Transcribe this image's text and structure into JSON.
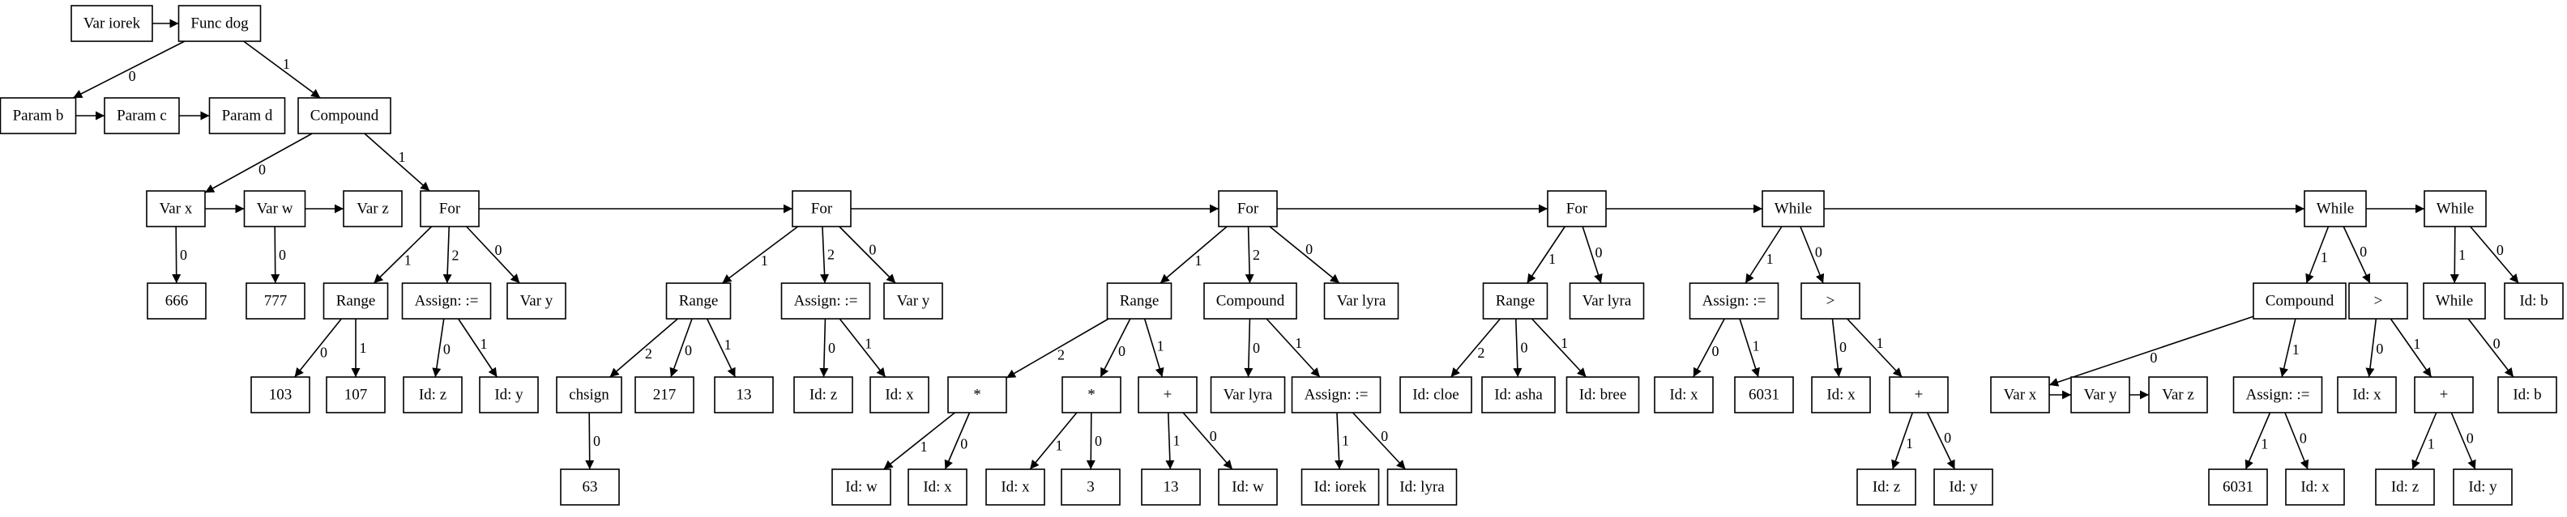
{
  "diagram": {
    "nodes": [
      {
        "id": "n1",
        "label": "Var iorek"
      },
      {
        "id": "n2",
        "label": "Func dog"
      },
      {
        "id": "n3",
        "label": "Param b"
      },
      {
        "id": "n4",
        "label": "Param c"
      },
      {
        "id": "n5",
        "label": "Param d"
      },
      {
        "id": "n6",
        "label": "Compound"
      },
      {
        "id": "n7",
        "label": "Var x"
      },
      {
        "id": "n8",
        "label": "Var w"
      },
      {
        "id": "n9",
        "label": "Var z"
      },
      {
        "id": "n10",
        "label": "For"
      },
      {
        "id": "n11",
        "label": "666"
      },
      {
        "id": "n12",
        "label": "777"
      },
      {
        "id": "n13",
        "label": "Range"
      },
      {
        "id": "n14",
        "label": "Assign: :="
      },
      {
        "id": "n15",
        "label": "Var y"
      },
      {
        "id": "n16",
        "label": "103"
      },
      {
        "id": "n17",
        "label": "107"
      },
      {
        "id": "n18",
        "label": "Id: z"
      },
      {
        "id": "n19",
        "label": "Id: y"
      },
      {
        "id": "n20",
        "label": "For"
      },
      {
        "id": "n21",
        "label": "Range"
      },
      {
        "id": "n22",
        "label": "Assign: :="
      },
      {
        "id": "n23",
        "label": "Var y"
      },
      {
        "id": "n24",
        "label": "chsign"
      },
      {
        "id": "n25",
        "label": "217"
      },
      {
        "id": "n26",
        "label": "13"
      },
      {
        "id": "n27",
        "label": "63"
      },
      {
        "id": "n28",
        "label": "Id: z"
      },
      {
        "id": "n29",
        "label": "Id: x"
      },
      {
        "id": "n30",
        "label": "For"
      },
      {
        "id": "n31",
        "label": "Range"
      },
      {
        "id": "n32",
        "label": "Compound"
      },
      {
        "id": "n33",
        "label": "Var lyra"
      },
      {
        "id": "n34",
        "label": "*"
      },
      {
        "id": "n35",
        "label": "*"
      },
      {
        "id": "n36",
        "label": "+"
      },
      {
        "id": "n37",
        "label": "Id: w"
      },
      {
        "id": "n38",
        "label": "Id: x"
      },
      {
        "id": "n39",
        "label": "Id: x"
      },
      {
        "id": "n40",
        "label": "3"
      },
      {
        "id": "n41",
        "label": "13"
      },
      {
        "id": "n42",
        "label": "Id: w"
      },
      {
        "id": "n43",
        "label": "Var lyra"
      },
      {
        "id": "n44",
        "label": "Assign: :="
      },
      {
        "id": "n45",
        "label": "Id: iorek"
      },
      {
        "id": "n46",
        "label": "Id: lyra"
      },
      {
        "id": "n47",
        "label": "For"
      },
      {
        "id": "n48",
        "label": "Range"
      },
      {
        "id": "n49",
        "label": "Var lyra"
      },
      {
        "id": "n50",
        "label": "Id: cloe"
      },
      {
        "id": "n51",
        "label": "Id: asha"
      },
      {
        "id": "n52",
        "label": "Id: bree"
      },
      {
        "id": "n53",
        "label": "While"
      },
      {
        "id": "n54",
        "label": "Assign: :="
      },
      {
        "id": "n55",
        "label": ">"
      },
      {
        "id": "n56",
        "label": "Id: x"
      },
      {
        "id": "n57",
        "label": "6031"
      },
      {
        "id": "n58",
        "label": "Id: x"
      },
      {
        "id": "n59",
        "label": "+"
      },
      {
        "id": "n60",
        "label": "Id: z"
      },
      {
        "id": "n61",
        "label": "Id: y"
      },
      {
        "id": "n62",
        "label": "While"
      },
      {
        "id": "n63",
        "label": "While"
      },
      {
        "id": "n64",
        "label": "Compound"
      },
      {
        "id": "n65",
        "label": ">"
      },
      {
        "id": "n66",
        "label": "Var x"
      },
      {
        "id": "n67",
        "label": "Var y"
      },
      {
        "id": "n68",
        "label": "Var z"
      },
      {
        "id": "n69",
        "label": "Assign: :="
      },
      {
        "id": "n70",
        "label": "6031"
      },
      {
        "id": "n71",
        "label": "Id: x"
      },
      {
        "id": "n72",
        "label": "Id: x"
      },
      {
        "id": "n73",
        "label": "+"
      },
      {
        "id": "n74",
        "label": "Id: z"
      },
      {
        "id": "n75",
        "label": "Id: y"
      },
      {
        "id": "n76",
        "label": "While"
      },
      {
        "id": "n77",
        "label": "Id: b"
      },
      {
        "id": "n78",
        "label": "Id: b"
      }
    ],
    "edges": [
      {
        "from": "n1",
        "to": "n2",
        "label": ""
      },
      {
        "from": "n2",
        "to": "n3",
        "label": "0"
      },
      {
        "from": "n2",
        "to": "n6",
        "label": "1"
      },
      {
        "from": "n3",
        "to": "n4",
        "label": ""
      },
      {
        "from": "n4",
        "to": "n5",
        "label": ""
      },
      {
        "from": "n6",
        "to": "n7",
        "label": "0"
      },
      {
        "from": "n6",
        "to": "n10",
        "label": "1"
      },
      {
        "from": "n7",
        "to": "n8",
        "label": ""
      },
      {
        "from": "n8",
        "to": "n9",
        "label": ""
      },
      {
        "from": "n7",
        "to": "n11",
        "label": "0"
      },
      {
        "from": "n8",
        "to": "n12",
        "label": "0"
      },
      {
        "from": "n10",
        "to": "n13",
        "label": "1"
      },
      {
        "from": "n10",
        "to": "n14",
        "label": "2"
      },
      {
        "from": "n10",
        "to": "n15",
        "label": "0"
      },
      {
        "from": "n13",
        "to": "n16",
        "label": "0"
      },
      {
        "from": "n13",
        "to": "n17",
        "label": "1"
      },
      {
        "from": "n14",
        "to": "n18",
        "label": "0"
      },
      {
        "from": "n14",
        "to": "n19",
        "label": "1"
      },
      {
        "from": "n10",
        "to": "n20",
        "label": ""
      },
      {
        "from": "n20",
        "to": "n21",
        "label": "1"
      },
      {
        "from": "n20",
        "to": "n22",
        "label": "2"
      },
      {
        "from": "n20",
        "to": "n23",
        "label": "0"
      },
      {
        "from": "n21",
        "to": "n24",
        "label": "2"
      },
      {
        "from": "n21",
        "to": "n25",
        "label": "0"
      },
      {
        "from": "n21",
        "to": "n26",
        "label": "1"
      },
      {
        "from": "n24",
        "to": "n27",
        "label": "0"
      },
      {
        "from": "n22",
        "to": "n28",
        "label": "0"
      },
      {
        "from": "n22",
        "to": "n29",
        "label": "1"
      },
      {
        "from": "n20",
        "to": "n30",
        "label": ""
      },
      {
        "from": "n30",
        "to": "n31",
        "label": "1"
      },
      {
        "from": "n30",
        "to": "n32",
        "label": "2"
      },
      {
        "from": "n30",
        "to": "n33",
        "label": "0"
      },
      {
        "from": "n31",
        "to": "n34",
        "label": "2"
      },
      {
        "from": "n31",
        "to": "n35",
        "label": "0"
      },
      {
        "from": "n31",
        "to": "n36",
        "label": "1"
      },
      {
        "from": "n34",
        "to": "n37",
        "label": "1"
      },
      {
        "from": "n34",
        "to": "n38",
        "label": "0"
      },
      {
        "from": "n35",
        "to": "n39",
        "label": "1"
      },
      {
        "from": "n35",
        "to": "n40",
        "label": "0"
      },
      {
        "from": "n36",
        "to": "n41",
        "label": "1"
      },
      {
        "from": "n36",
        "to": "n42",
        "label": "0"
      },
      {
        "from": "n32",
        "to": "n43",
        "label": "0"
      },
      {
        "from": "n32",
        "to": "n44",
        "label": "1"
      },
      {
        "from": "n44",
        "to": "n45",
        "label": "1"
      },
      {
        "from": "n44",
        "to": "n46",
        "label": "0"
      },
      {
        "from": "n30",
        "to": "n47",
        "label": ""
      },
      {
        "from": "n47",
        "to": "n48",
        "label": "1"
      },
      {
        "from": "n47",
        "to": "n49",
        "label": "0"
      },
      {
        "from": "n48",
        "to": "n50",
        "label": "2"
      },
      {
        "from": "n48",
        "to": "n51",
        "label": "0"
      },
      {
        "from": "n48",
        "to": "n52",
        "label": "1"
      },
      {
        "from": "n47",
        "to": "n53",
        "label": ""
      },
      {
        "from": "n53",
        "to": "n54",
        "label": "1"
      },
      {
        "from": "n53",
        "to": "n55",
        "label": "0"
      },
      {
        "from": "n54",
        "to": "n56",
        "label": "0"
      },
      {
        "from": "n54",
        "to": "n57",
        "label": "1"
      },
      {
        "from": "n55",
        "to": "n58",
        "label": "0"
      },
      {
        "from": "n55",
        "to": "n59",
        "label": "1"
      },
      {
        "from": "n59",
        "to": "n60",
        "label": "1"
      },
      {
        "from": "n59",
        "to": "n61",
        "label": "0"
      },
      {
        "from": "n53",
        "to": "n62",
        "label": ""
      },
      {
        "from": "n62",
        "to": "n63",
        "label": ""
      },
      {
        "from": "n62",
        "to": "n64",
        "label": "1"
      },
      {
        "from": "n62",
        "to": "n65",
        "label": "0"
      },
      {
        "from": "n64",
        "to": "n66",
        "label": "0"
      },
      {
        "from": "n64",
        "to": "n69",
        "label": "1"
      },
      {
        "from": "n66",
        "to": "n67",
        "label": ""
      },
      {
        "from": "n67",
        "to": "n68",
        "label": ""
      },
      {
        "from": "n69",
        "to": "n70",
        "label": "1"
      },
      {
        "from": "n69",
        "to": "n71",
        "label": "0"
      },
      {
        "from": "n65",
        "to": "n72",
        "label": "0"
      },
      {
        "from": "n65",
        "to": "n73",
        "label": "1"
      },
      {
        "from": "n73",
        "to": "n74",
        "label": "1"
      },
      {
        "from": "n73",
        "to": "n75",
        "label": "0"
      },
      {
        "from": "n63",
        "to": "n76",
        "label": "1"
      },
      {
        "from": "n63",
        "to": "n77",
        "label": "0"
      },
      {
        "from": "n76",
        "to": "n78",
        "label": "0"
      }
    ]
  }
}
